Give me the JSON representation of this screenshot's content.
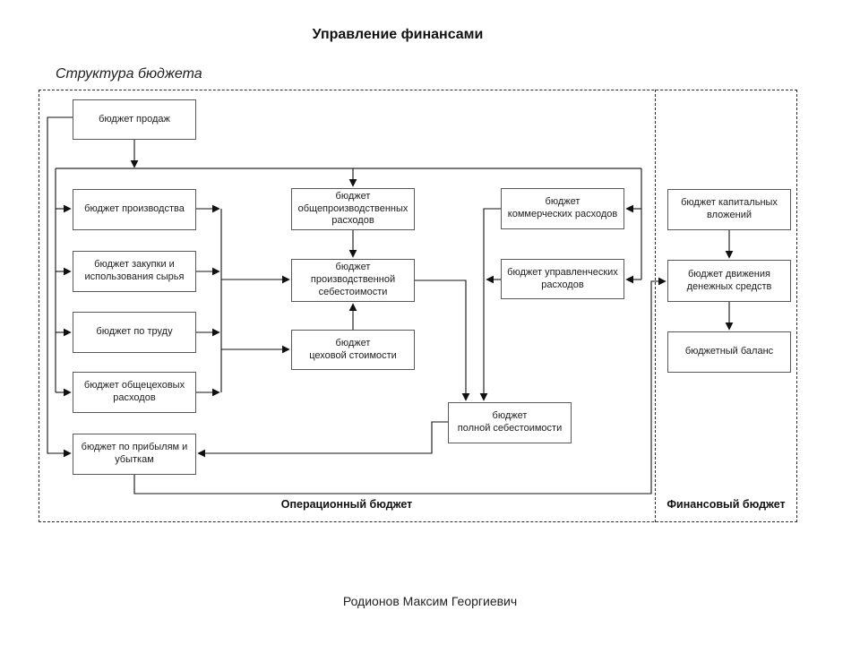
{
  "page": {
    "title": "Управление финансами",
    "subtitle": "Структура бюджета",
    "author": "Родионов Максим Георгиевич"
  },
  "sections": {
    "operational": "Операционный бюджет",
    "financial": "Финансовый бюджет"
  },
  "nodes": {
    "sales": {
      "label": "бюджет продаж"
    },
    "production": {
      "label": "бюджет производства"
    },
    "procurement": {
      "label": "бюджет закупки и\nиспользования сырья"
    },
    "labor": {
      "label": "бюджет по труду"
    },
    "shop_overhead": {
      "label": "бюджет общецеховых\nрасходов"
    },
    "profit_loss": {
      "label": "бюджет по прибылям и\nубыткам"
    },
    "factory_overhead": {
      "label": "бюджет\nобщепроизводственных\nрасходов"
    },
    "production_cost": {
      "label": "бюджет\nпроизводственной\nсебестоимости"
    },
    "shop_cost": {
      "label": "бюджет\nцеховой стоимости"
    },
    "full_cost": {
      "label": "бюджет\nполной себестоимости"
    },
    "commercial": {
      "label": "бюджет\nкоммерческих расходов"
    },
    "admin": {
      "label": "бюджет управленческих\nрасходов"
    },
    "capital": {
      "label": "бюджет капитальных\nвложений"
    },
    "cashflow": {
      "label": "бюджет движения\nденежных средств"
    },
    "balance": {
      "label": "бюджетный баланс"
    }
  },
  "colors": {
    "background": "#ffffff",
    "box_border": "#595959",
    "line": "#111111",
    "text": "#1c1c1c",
    "dashed_frame": "#2b2b2b"
  }
}
